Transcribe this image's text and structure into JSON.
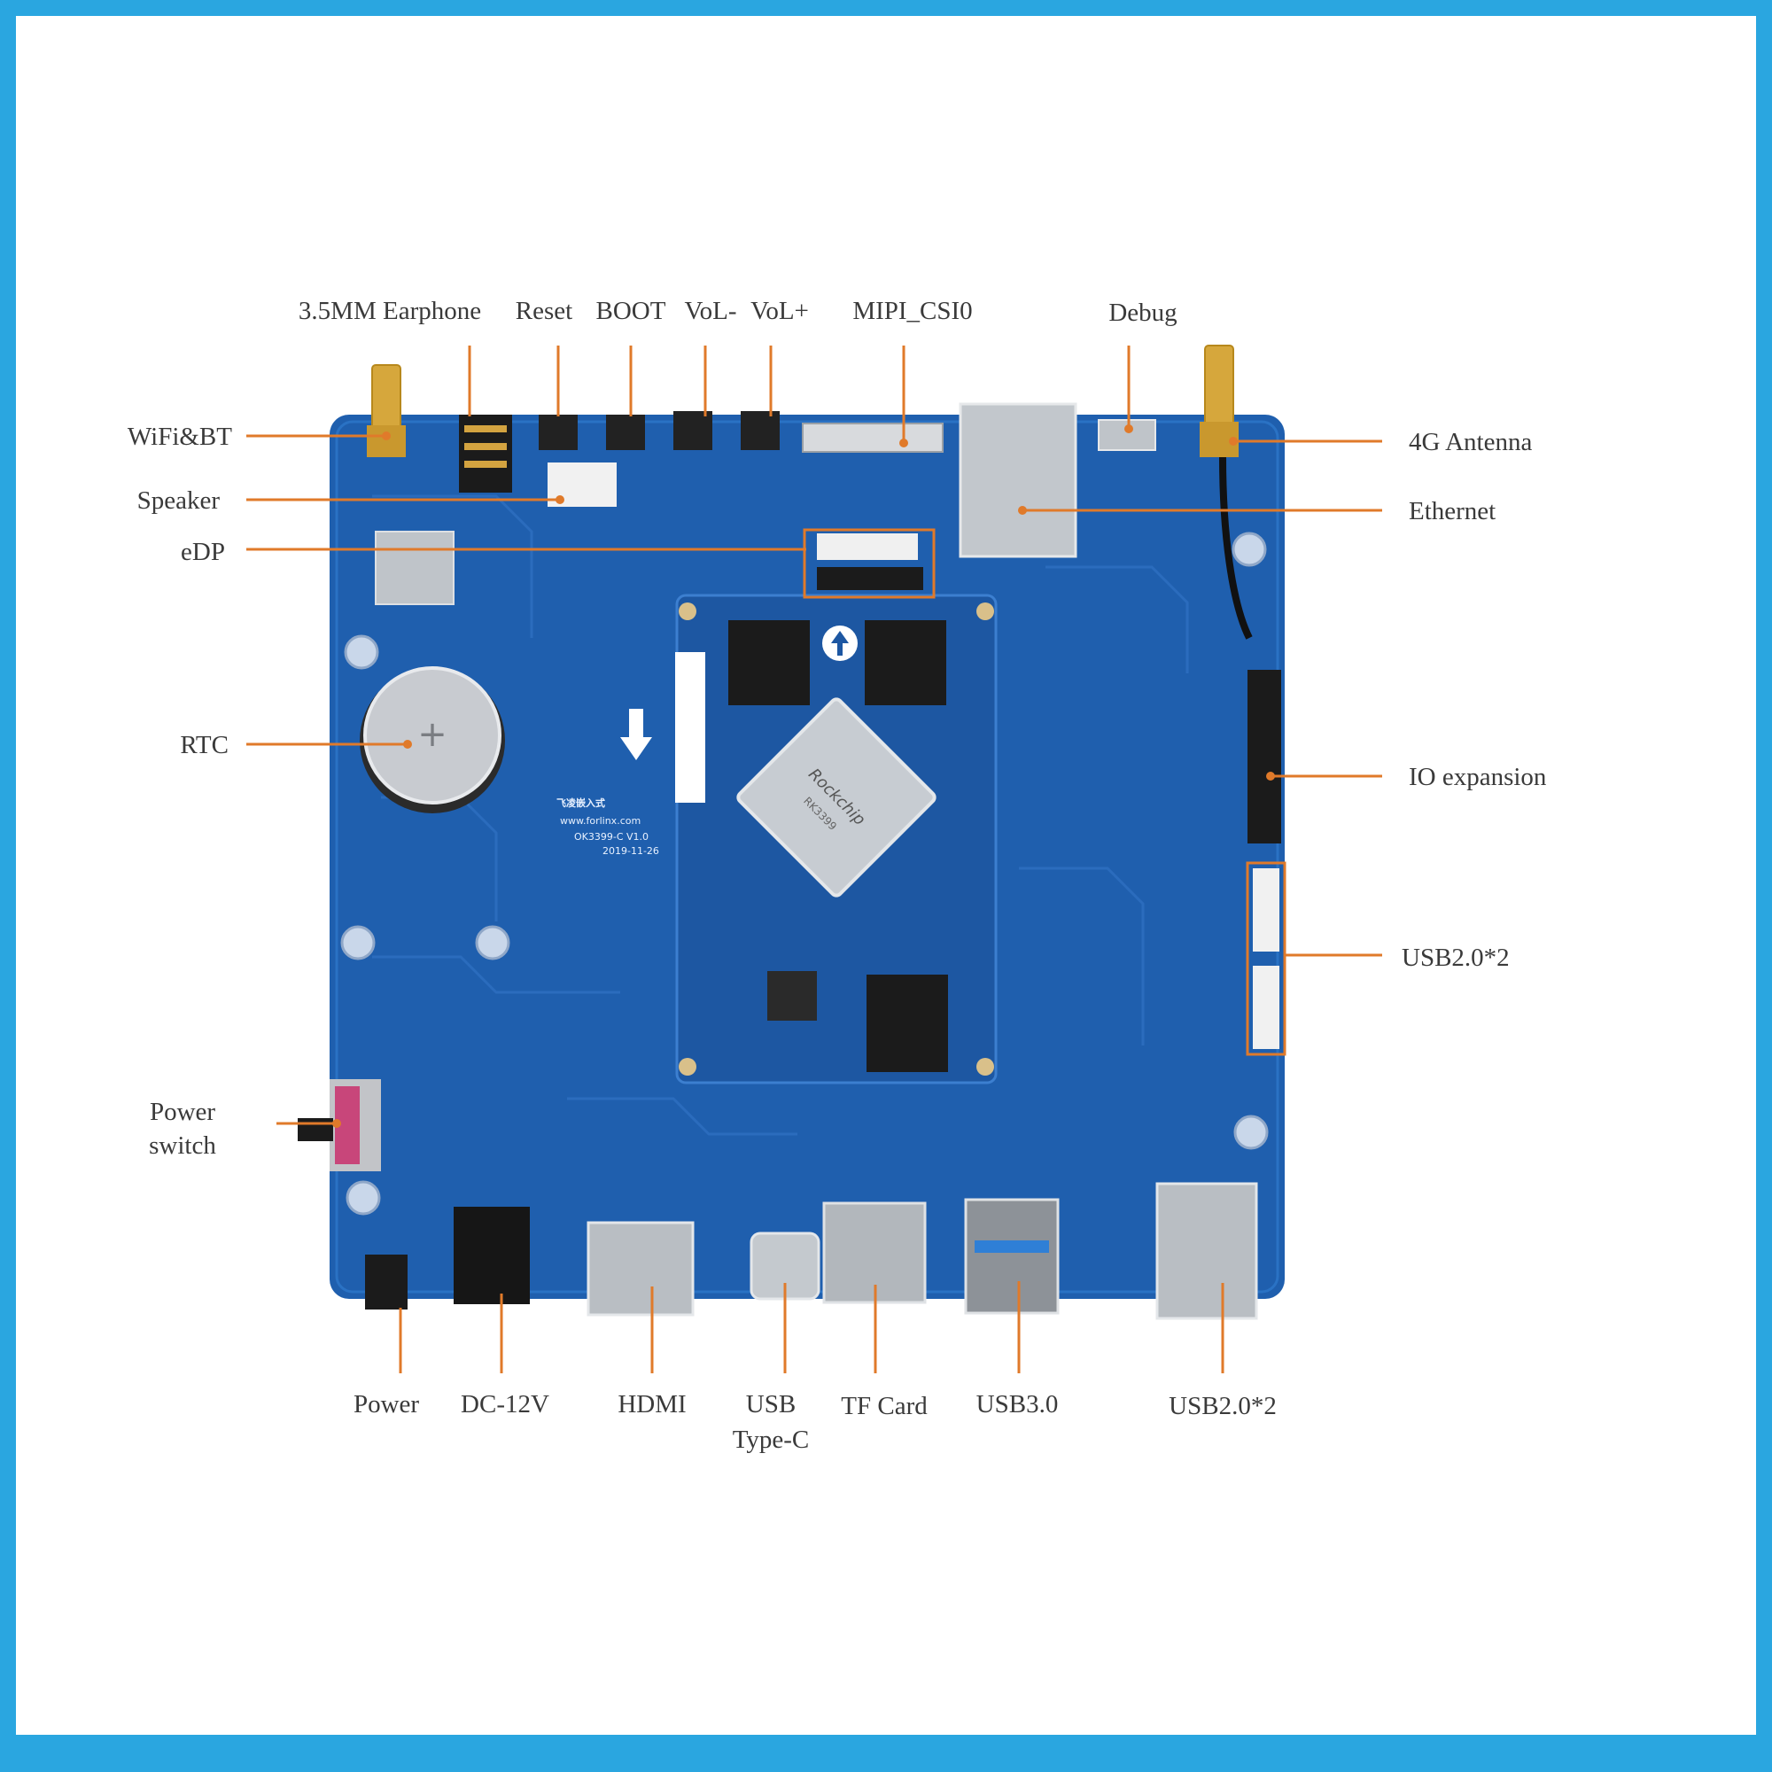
{
  "colors": {
    "outer_border": "#2aa6e0",
    "background": "#ffffff",
    "pcb": "#1f5fae",
    "leader": "#e07a2a",
    "label_text": "#3a3a3a"
  },
  "labels": {
    "earphone": "3.5MM Earphone",
    "reset": "Reset",
    "boot": "BOOT",
    "vol_minus": "VoL-",
    "vol_plus": "VoL+",
    "mipi_csi0": "MIPI_CSI0",
    "debug": "Debug",
    "wifi_bt": "WiFi&BT",
    "speaker": "Speaker",
    "edp": "eDP",
    "rtc": "RTC",
    "power_switch_line1": "Power",
    "power_switch_line2": "switch",
    "antenna_4g": "4G Antenna",
    "ethernet": "Ethernet",
    "io_expansion": "IO expansion",
    "usb20_right": "USB2.0*2",
    "power": "Power",
    "dc12v": "DC-12V",
    "hdmi": "HDMI",
    "usb_typec_line1": "USB",
    "usb_typec_line2": "Type-C",
    "tf_card": "TF Card",
    "usb30": "USB3.0",
    "usb20_bottom": "USB2.0*2"
  },
  "board": {
    "brand": "飞凌嵌入式",
    "website": "www.forlinx.com",
    "model": "OK3399-C V1.0",
    "date": "2019-11-26",
    "soc_brand": "Rockchip",
    "soc_model": "RK3399"
  }
}
